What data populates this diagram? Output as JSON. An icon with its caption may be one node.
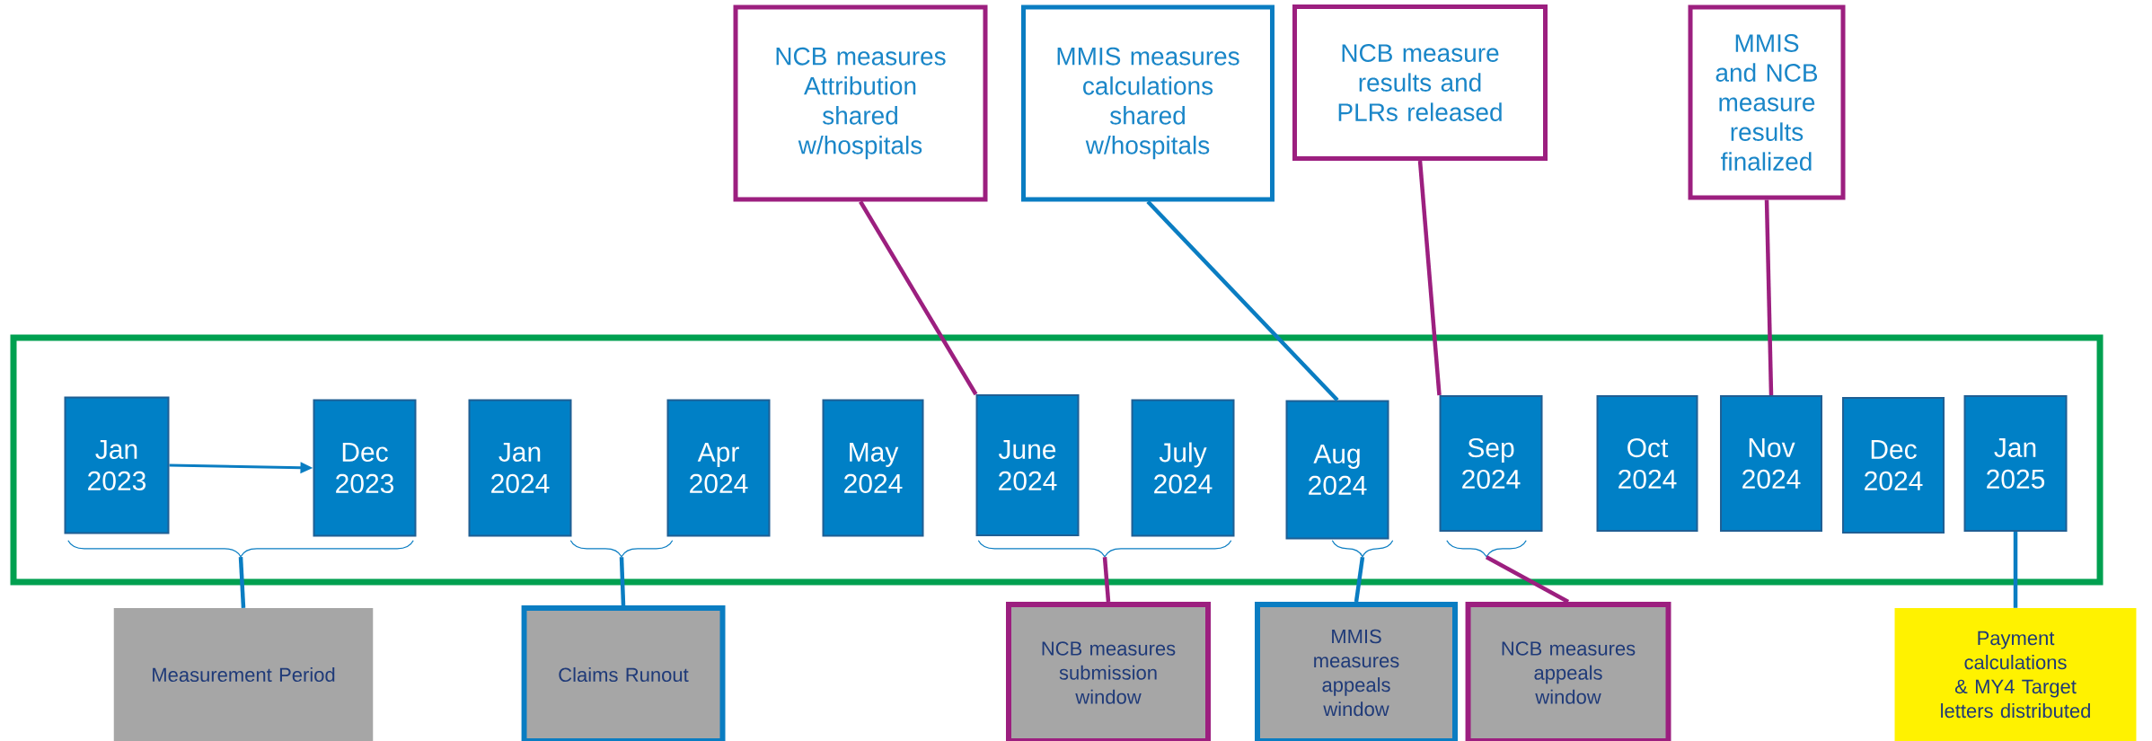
{
  "diagram": {
    "nodes": [
      {
        "text": [
          "NCB measures Attribution shared w/hospitals"
        ]
      },
      {
        "text": [
          "MMIS measures calculations shared w/hospitals"
        ]
      },
      {
        "text": [
          "NCB measure results and PLRs released"
        ]
      },
      {
        "text": [
          "MMIS and NCB measure results finalized"
        ]
      },
      {
        "text": [
          "Jan 2023"
        ]
      },
      {
        "text": [
          "Dec 2023"
        ]
      },
      {
        "text": [
          "Jan 2024"
        ]
      },
      {
        "text": [
          "Apr 2024"
        ]
      },
      {
        "text": [
          "May 2024"
        ]
      },
      {
        "text": [
          "June 2024"
        ]
      },
      {
        "text": [
          "July 2024"
        ]
      },
      {
        "text": [
          "Aug 2024"
        ]
      },
      {
        "text": [
          "Sep 2024"
        ]
      },
      {
        "text": [
          "Oct 2024"
        ]
      },
      {
        "text": [
          "Nov 2024"
        ]
      },
      {
        "text": [
          "Dec 2024"
        ]
      },
      {
        "text": [
          "Jan 2025"
        ]
      },
      {
        "text": [
          "Measurement Period"
        ]
      },
      {
        "text": [
          "Claims Runout"
        ]
      },
      {
        "text": [
          "NCB measures submission window"
        ]
      },
      {
        "text": [
          "MMIS measures appeals window"
        ]
      },
      {
        "text": [
          "NCB measures appeals window"
        ]
      },
      {
        "text": [
          "Payment calculations & MY4 Target letters distributed"
        ]
      },
      {
        "text": [],
        "shape": "bracket"
      },
      {
        "text": [],
        "shape": "bracket"
      },
      {
        "text": [],
        "shape": "bracket"
      },
      {
        "text": [],
        "shape": "bracket"
      },
      {
        "text": [],
        "shape": "bracket"
      }
    ],
    "edges": [
      {
        "from": 4,
        "to": 5,
        "arrow": "to"
      },
      {
        "from": 0,
        "to": 9,
        "arrow": "none",
        "color": "#9c1f7f"
      },
      {
        "from": 1,
        "to": 11,
        "arrow": "none"
      },
      {
        "from": 2,
        "to": 12,
        "arrow": "none",
        "color": "#9c1f7f"
      },
      {
        "from": 3,
        "to": 14,
        "arrow": "none",
        "color": "#9c1f7f"
      },
      {
        "from": 16,
        "to": 22,
        "arrow": "none"
      },
      {
        "from": 17,
        "to": 23,
        "arrow": "none"
      },
      {
        "from": 18,
        "to": 24,
        "arrow": "none"
      },
      {
        "from": 19,
        "to": 25,
        "arrow": "none",
        "color": "#9c1f7f"
      },
      {
        "from": 20,
        "to": 26,
        "arrow": "none"
      },
      {
        "from": 21,
        "to": 27,
        "arrow": "none",
        "color": "#9c1f7f"
      }
    ]
  }
}
